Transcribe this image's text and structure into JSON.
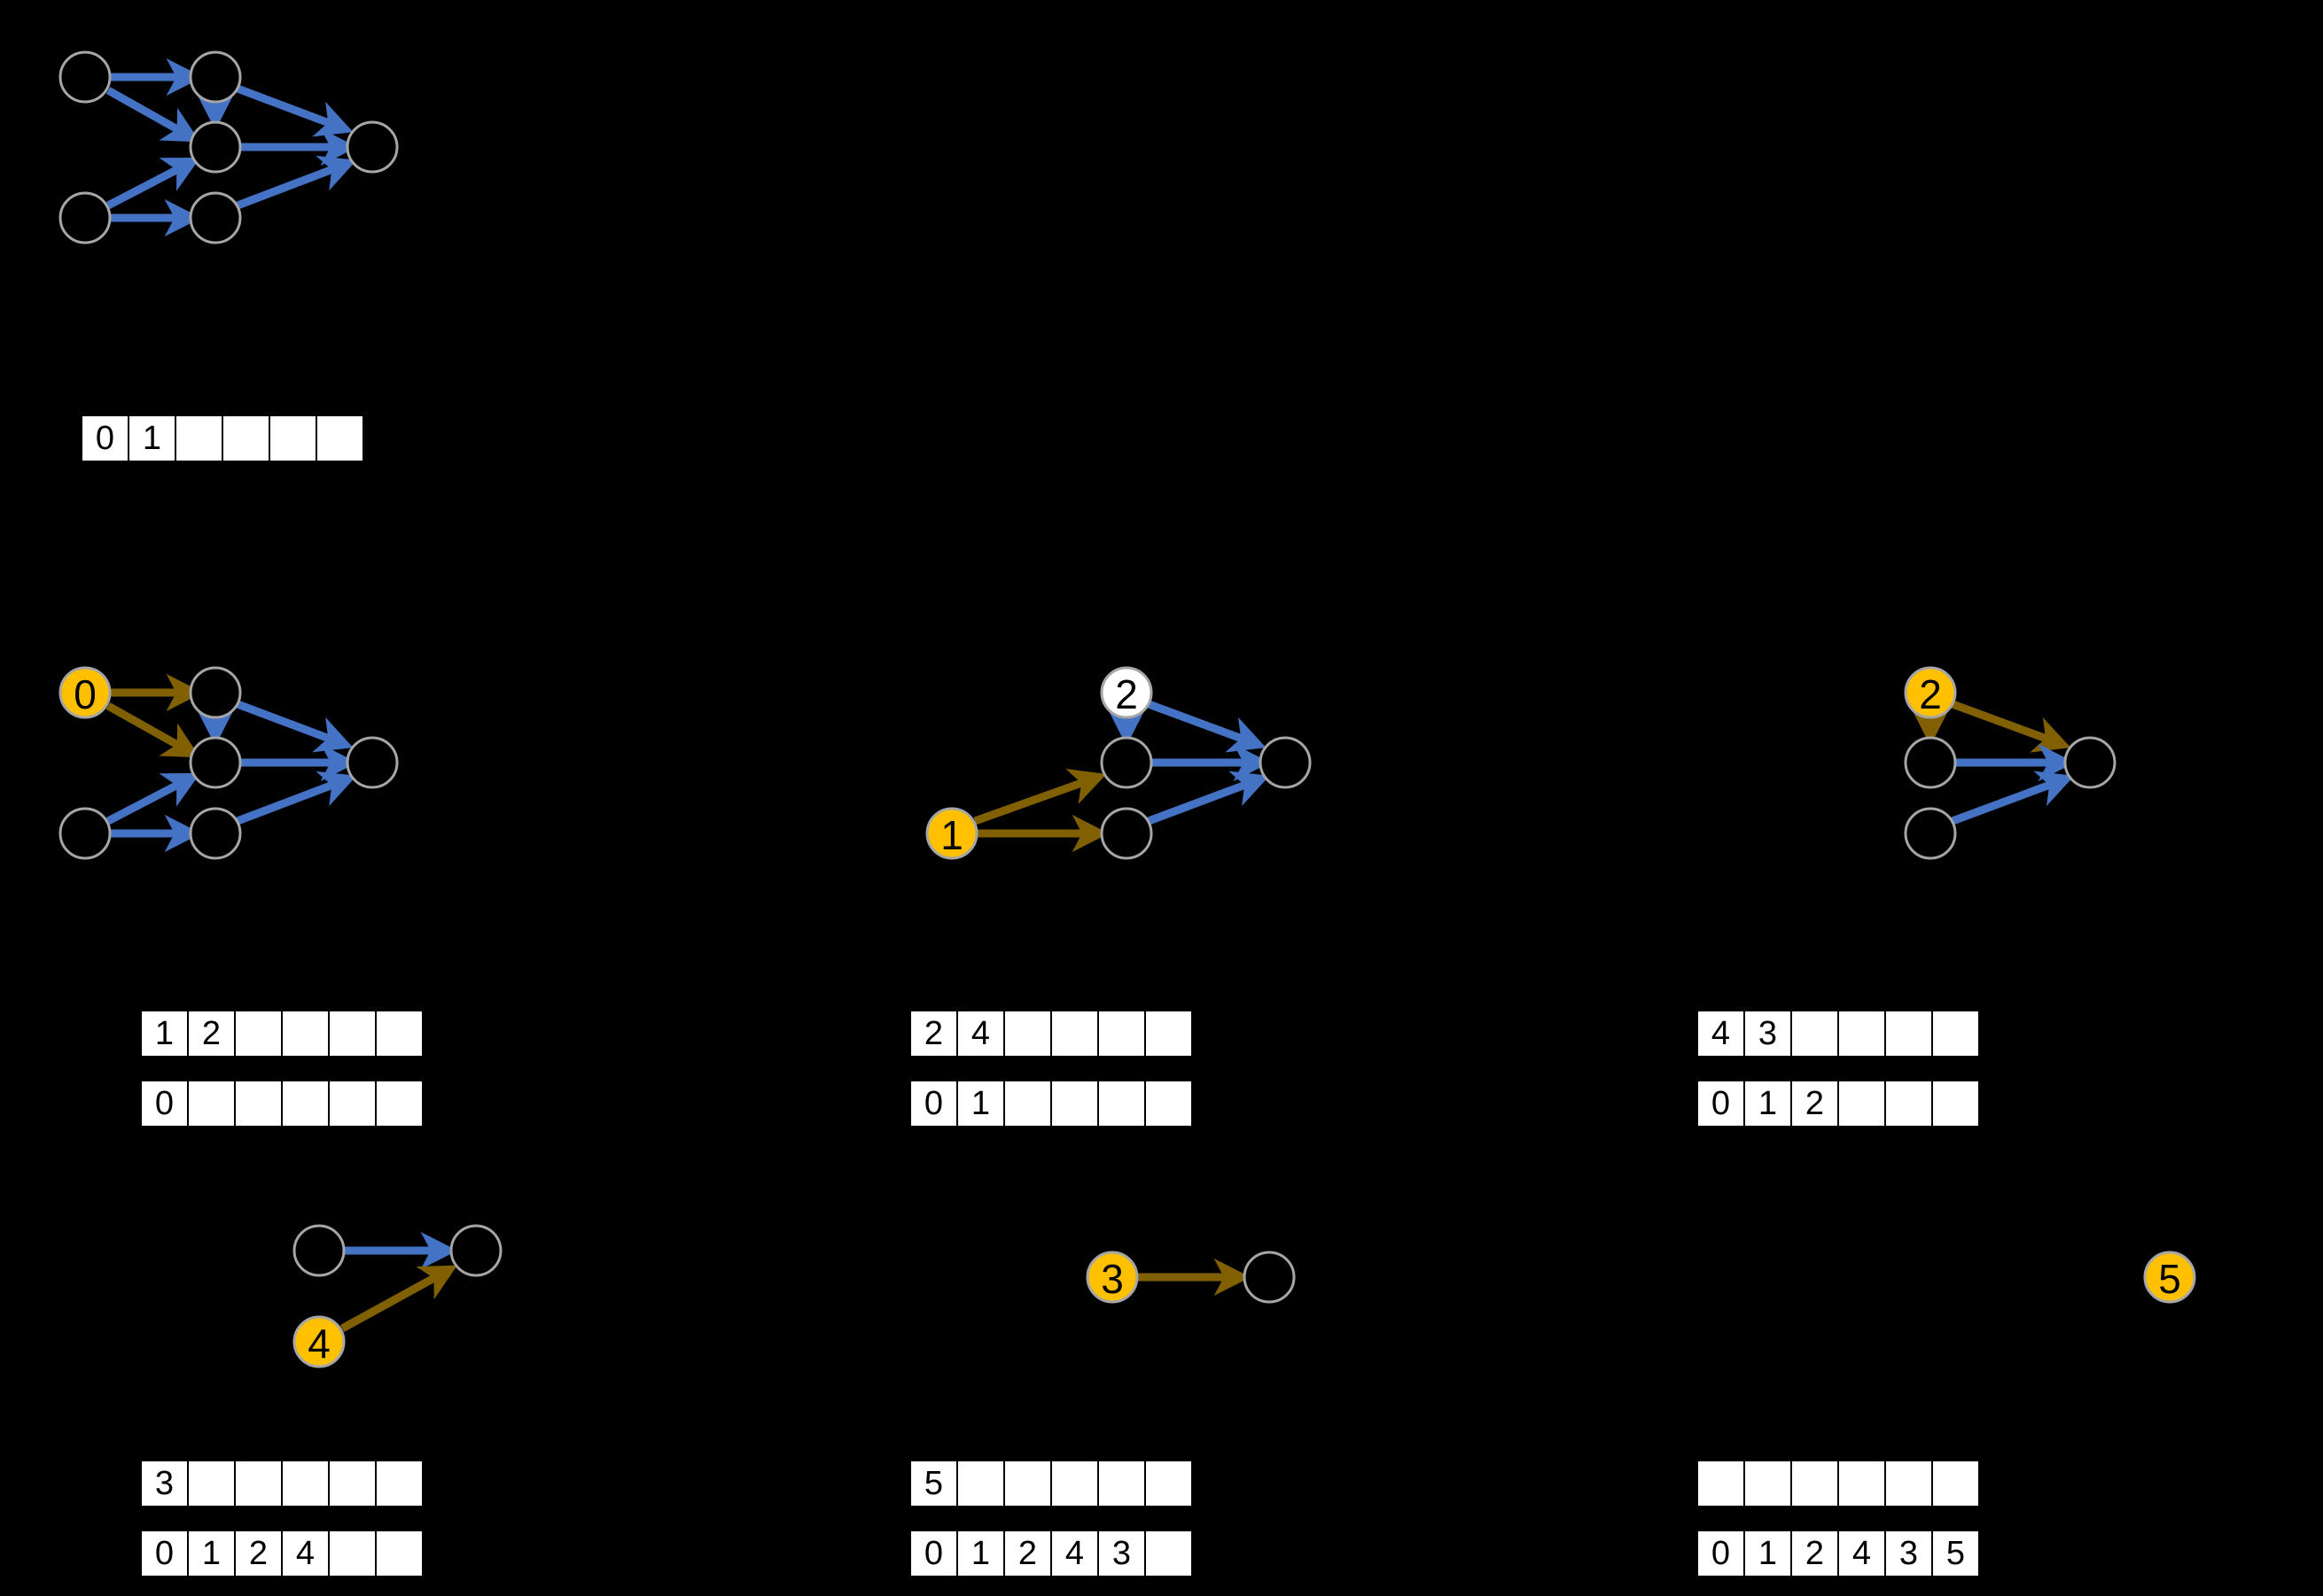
{
  "meta": {
    "title": "BFS topological sort (Kahn's algorithm) step-by-step",
    "background": "#000000",
    "colors": {
      "node_fill_default": "#000000",
      "node_fill_white": "#ffffff",
      "node_fill_active": "#FFC000",
      "node_stroke": "#a6a6a6",
      "edge_pending": "#4472C4",
      "edge_processed": "#806000",
      "cell_fill": "#ffffff",
      "cell_border": "#000000",
      "cell_text": "#000000"
    },
    "cell_empty": ""
  },
  "panels": [
    {
      "id": "panel-initial",
      "name": "initial-state",
      "nodes": [
        {
          "id": "n0",
          "label": "",
          "state": "plain"
        },
        {
          "id": "n1",
          "label": "",
          "state": "plain"
        },
        {
          "id": "n2",
          "label": "",
          "state": "plain"
        },
        {
          "id": "n3",
          "label": "",
          "state": "plain"
        },
        {
          "id": "n4",
          "label": "",
          "state": "plain"
        },
        {
          "id": "n5",
          "label": "",
          "state": "plain"
        }
      ],
      "edges": [
        {
          "from": "n0",
          "to": "n1",
          "state": "pending"
        },
        {
          "from": "n0",
          "to": "n2",
          "state": "pending"
        },
        {
          "from": "n1",
          "to": "n2",
          "state": "pending"
        },
        {
          "from": "n1",
          "to": "n5",
          "state": "pending"
        },
        {
          "from": "n2",
          "to": "n5",
          "state": "pending"
        },
        {
          "from": "n3",
          "to": "n2",
          "state": "pending"
        },
        {
          "from": "n3",
          "to": "n4",
          "state": "pending"
        },
        {
          "from": "n4",
          "to": "n5",
          "state": "pending"
        }
      ],
      "queue": [
        "0",
        "1",
        "",
        "",
        "",
        ""
      ],
      "result": null
    },
    {
      "id": "panel-step-0",
      "name": "step-dequeue-0",
      "nodes": [
        {
          "id": "n0",
          "label": "0",
          "state": "active"
        },
        {
          "id": "n1",
          "label": "",
          "state": "plain"
        },
        {
          "id": "n2",
          "label": "",
          "state": "plain"
        },
        {
          "id": "n3",
          "label": "",
          "state": "plain"
        },
        {
          "id": "n4",
          "label": "",
          "state": "plain"
        },
        {
          "id": "n5",
          "label": "",
          "state": "plain"
        }
      ],
      "edges": [
        {
          "from": "n0",
          "to": "n1",
          "state": "processed"
        },
        {
          "from": "n0",
          "to": "n2",
          "state": "processed"
        },
        {
          "from": "n1",
          "to": "n2",
          "state": "pending"
        },
        {
          "from": "n1",
          "to": "n5",
          "state": "pending"
        },
        {
          "from": "n2",
          "to": "n5",
          "state": "pending"
        },
        {
          "from": "n3",
          "to": "n2",
          "state": "pending"
        },
        {
          "from": "n3",
          "to": "n4",
          "state": "pending"
        },
        {
          "from": "n4",
          "to": "n5",
          "state": "pending"
        }
      ],
      "queue": [
        "1",
        "2",
        "",
        "",
        "",
        ""
      ],
      "result": [
        "0",
        "",
        "",
        "",
        "",
        ""
      ]
    },
    {
      "id": "panel-step-1",
      "name": "step-dequeue-1",
      "nodes": [
        {
          "id": "n2top",
          "label": "2",
          "state": "white"
        },
        {
          "id": "nmid",
          "label": "",
          "state": "plain"
        },
        {
          "id": "n1",
          "label": "1",
          "state": "active"
        },
        {
          "id": "nlow",
          "label": "",
          "state": "plain"
        },
        {
          "id": "nsink",
          "label": "",
          "state": "plain"
        }
      ],
      "edges": [
        {
          "from": "n2top",
          "to": "nmid",
          "state": "pending"
        },
        {
          "from": "n2top",
          "to": "nsink",
          "state": "pending"
        },
        {
          "from": "n1",
          "to": "nmid",
          "state": "processed"
        },
        {
          "from": "n1",
          "to": "nlow",
          "state": "processed"
        },
        {
          "from": "nmid",
          "to": "nsink",
          "state": "pending"
        },
        {
          "from": "nlow",
          "to": "nsink",
          "state": "pending"
        }
      ],
      "queue": [
        "2",
        "4",
        "",
        "",
        "",
        ""
      ],
      "result": [
        "0",
        "1",
        "",
        "",
        "",
        ""
      ]
    },
    {
      "id": "panel-step-2",
      "name": "step-dequeue-2",
      "nodes": [
        {
          "id": "n2",
          "label": "2",
          "state": "active"
        },
        {
          "id": "nmid",
          "label": "",
          "state": "plain"
        },
        {
          "id": "nlow",
          "label": "",
          "state": "plain"
        },
        {
          "id": "nsink",
          "label": "",
          "state": "plain"
        }
      ],
      "edges": [
        {
          "from": "n2",
          "to": "nmid",
          "state": "processed"
        },
        {
          "from": "n2",
          "to": "nsink",
          "state": "processed"
        },
        {
          "from": "nmid",
          "to": "nsink",
          "state": "pending"
        },
        {
          "from": "nlow",
          "to": "nsink",
          "state": "pending"
        }
      ],
      "queue": [
        "4",
        "3",
        "",
        "",
        "",
        ""
      ],
      "result": [
        "0",
        "1",
        "2",
        "",
        "",
        ""
      ]
    },
    {
      "id": "panel-step-4",
      "name": "step-dequeue-4",
      "nodes": [
        {
          "id": "nmid",
          "label": "",
          "state": "plain"
        },
        {
          "id": "n4",
          "label": "4",
          "state": "active"
        },
        {
          "id": "nsink",
          "label": "",
          "state": "plain"
        }
      ],
      "edges": [
        {
          "from": "nmid",
          "to": "nsink",
          "state": "pending"
        },
        {
          "from": "n4",
          "to": "nsink",
          "state": "processed"
        }
      ],
      "queue": [
        "3",
        "",
        "",
        "",
        "",
        ""
      ],
      "result": [
        "0",
        "1",
        "2",
        "4",
        "",
        ""
      ]
    },
    {
      "id": "panel-step-3",
      "name": "step-dequeue-3",
      "nodes": [
        {
          "id": "n3",
          "label": "3",
          "state": "active"
        },
        {
          "id": "nsink",
          "label": "",
          "state": "plain"
        }
      ],
      "edges": [
        {
          "from": "n3",
          "to": "nsink",
          "state": "processed"
        }
      ],
      "queue": [
        "5",
        "",
        "",
        "",
        "",
        ""
      ],
      "result": [
        "0",
        "1",
        "2",
        "4",
        "3",
        ""
      ]
    },
    {
      "id": "panel-step-5",
      "name": "step-dequeue-5",
      "nodes": [
        {
          "id": "n5",
          "label": "5",
          "state": "active"
        }
      ],
      "edges": [],
      "queue": [
        "",
        "",
        "",
        "",
        "",
        ""
      ],
      "result": [
        "0",
        "1",
        "2",
        "4",
        "3",
        "5"
      ]
    }
  ]
}
